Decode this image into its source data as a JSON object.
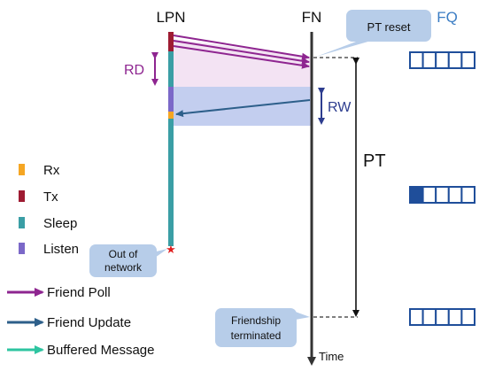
{
  "lanes": {
    "lpn": "LPN",
    "fn": "FN",
    "fq": "FQ"
  },
  "callouts": {
    "pt_reset": "PT reset",
    "out_of_network": [
      "Out of",
      "network"
    ],
    "friendship_terminated": [
      "Friendship",
      "terminated"
    ]
  },
  "intervals": {
    "rd": "RD",
    "rw": "RW",
    "pt": "PT"
  },
  "time_label": "Time",
  "state_legend": [
    {
      "label": "Rx",
      "color": "#f5a623"
    },
    {
      "label": "Tx",
      "color": "#9e1b32"
    },
    {
      "label": "Sleep",
      "color": "#3a9ea5"
    },
    {
      "label": "Listen",
      "color": "#7b68c8"
    }
  ],
  "message_legend": [
    {
      "label": "Friend Poll",
      "color": "#8e2590"
    },
    {
      "label": "Friend Update",
      "color": "#2d5f8a"
    },
    {
      "label": "Buffered Message",
      "color": "#2ec4a0"
    }
  ],
  "friend_queues": [
    {
      "filled": 0,
      "slots": 5
    },
    {
      "filled": 1,
      "slots": 5
    },
    {
      "filled": 0,
      "slots": 5
    }
  ],
  "colors": {
    "rd_accent": "#8e2590",
    "rw_accent": "#2d3d8f",
    "callout_fill": "#b7cde9",
    "queue_border": "#1f4e9a",
    "timeline": "#333333",
    "fq_label": "#3b7dc4"
  }
}
